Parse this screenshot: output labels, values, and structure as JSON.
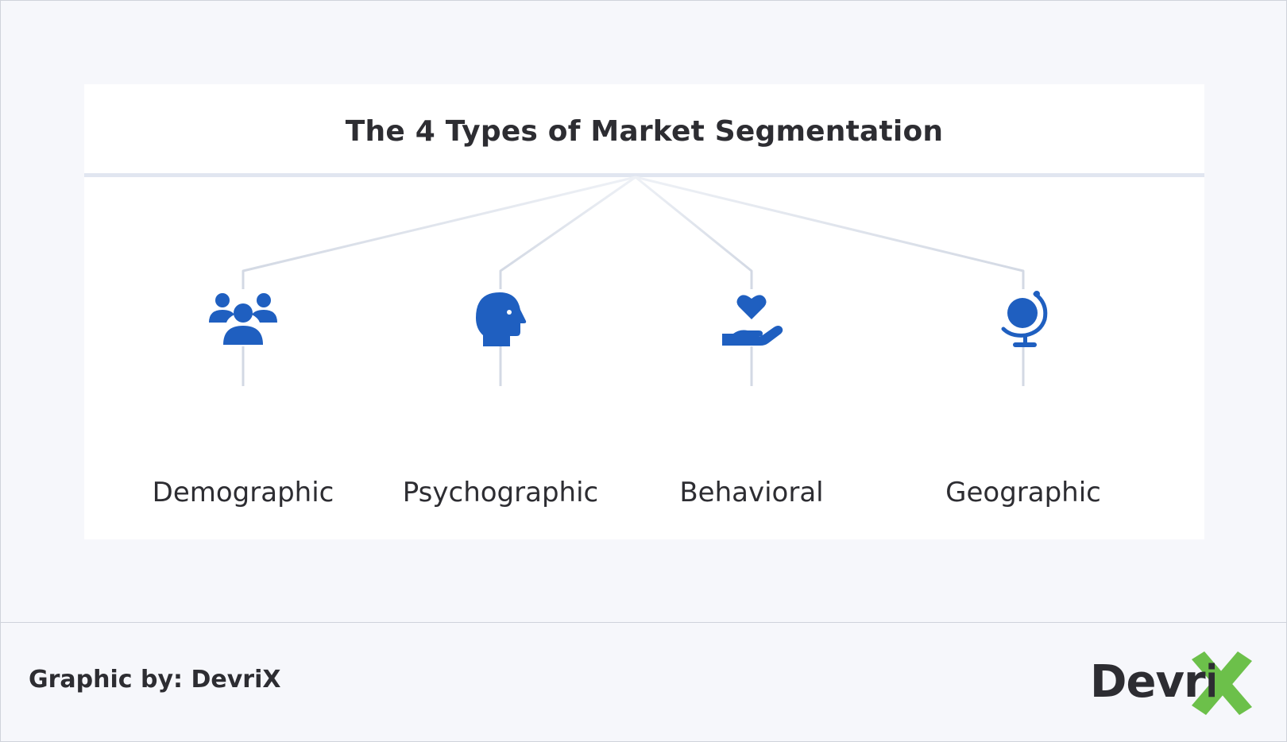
{
  "diagram": {
    "title": "The 4 Types of Market Segmentation",
    "segments": [
      {
        "label": "Demographic",
        "icon": "group-icon"
      },
      {
        "label": "Psychographic",
        "icon": "head-profile-icon"
      },
      {
        "label": "Behavioral",
        "icon": "heart-hand-icon"
      },
      {
        "label": "Geographic",
        "icon": "globe-icon"
      }
    ]
  },
  "footer": {
    "credit": "Graphic by: DevriX",
    "brand": "DevriX"
  },
  "colors": {
    "icon": "#1f5fc0",
    "text": "#2d2d32",
    "connector": "#d3d9e4",
    "brand_x": "#6cc04a",
    "background": "#f6f7fb",
    "card": "#ffffff"
  }
}
